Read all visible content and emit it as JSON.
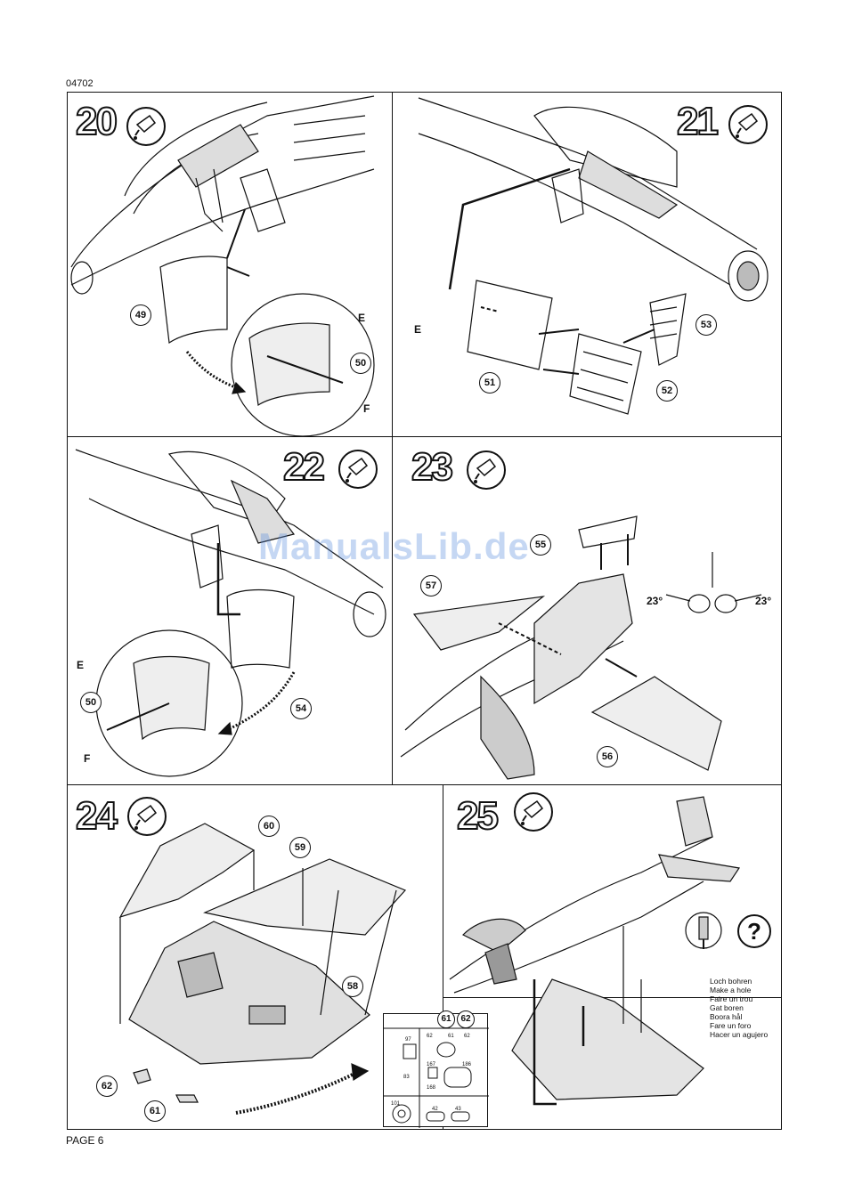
{
  "doc": {
    "code": "04702",
    "page_label": "PAGE 6",
    "watermark": "ManualsLib.de"
  },
  "steps": [
    {
      "number": "20",
      "callouts": [
        "49",
        "50"
      ],
      "letters": [
        "E",
        "F"
      ]
    },
    {
      "number": "21",
      "callouts": [
        "51",
        "52",
        "53"
      ],
      "letters": [
        "E"
      ]
    },
    {
      "number": "22",
      "callouts": [
        "50",
        "54"
      ],
      "letters": [
        "E",
        "F"
      ]
    },
    {
      "number": "23",
      "callouts": [
        "55",
        "56",
        "57"
      ],
      "angles": [
        "23°",
        "23°"
      ]
    },
    {
      "number": "24",
      "callouts": [
        "58",
        "59",
        "60",
        "61",
        "62"
      ]
    },
    {
      "number": "25",
      "drill": [
        "Loch bohren",
        "Make a hole",
        "Faire un trou",
        "Gat boren",
        "Boora hål",
        "Fare un foro",
        "Hacer un agujero"
      ],
      "question": "?"
    }
  ],
  "parts_box": {
    "header": [
      "61",
      "62"
    ],
    "labels": [
      "97",
      "62",
      "61",
      "62",
      "83",
      "167",
      "168",
      "186",
      "101",
      "42",
      "43"
    ]
  },
  "icons": [
    "glue-tube-icon",
    "drill-icon",
    "question-icon"
  ]
}
